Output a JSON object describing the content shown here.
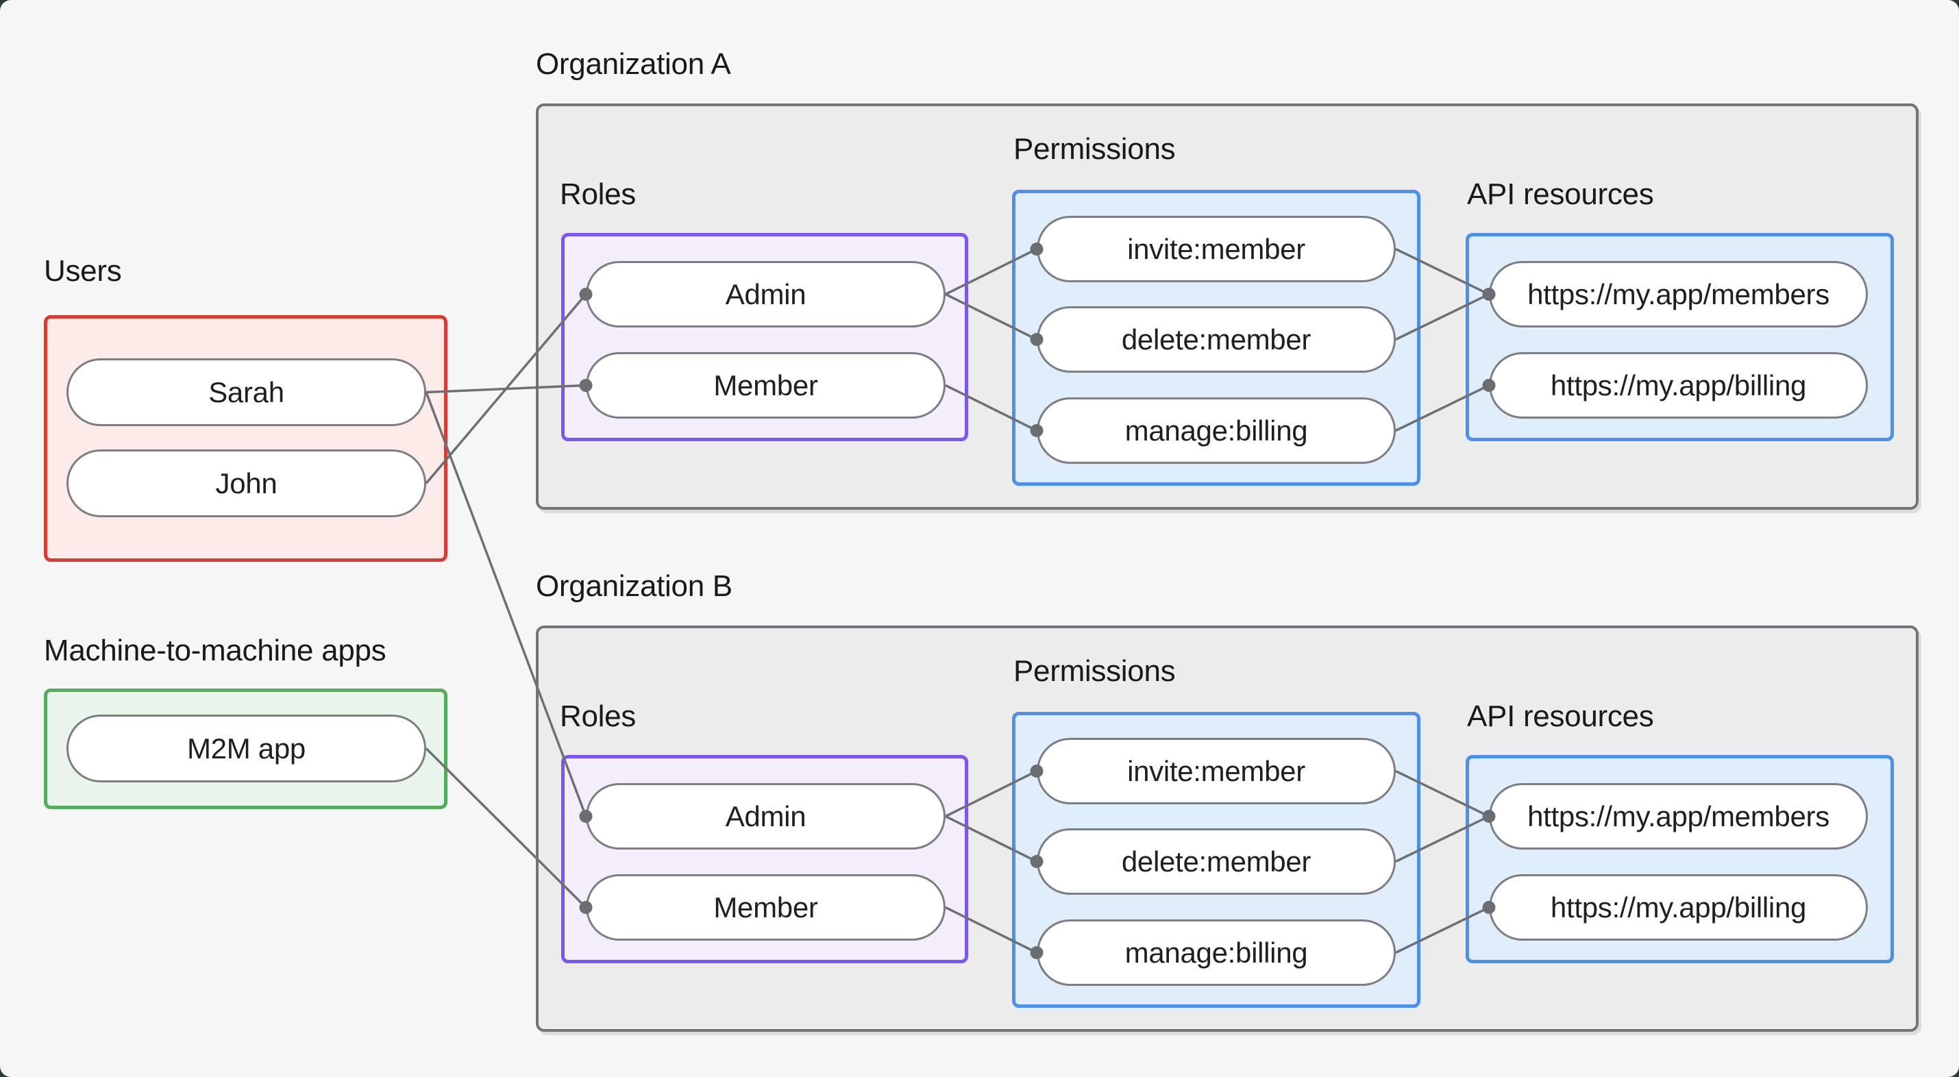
{
  "users": {
    "label": "Users",
    "items": [
      "Sarah",
      "John"
    ]
  },
  "m2m": {
    "label": "Machine-to-machine apps",
    "items": [
      "M2M app"
    ]
  },
  "orgs": [
    {
      "label": "Organization A",
      "roles_label": "Roles",
      "roles": [
        "Admin",
        "Member"
      ],
      "permissions_label": "Permissions",
      "permissions": [
        "invite:member",
        "delete:member",
        "manage:billing"
      ],
      "api_label": "API resources",
      "api_resources": [
        "https://my.app/members",
        "https://my.app/billing"
      ]
    },
    {
      "label": "Organization B",
      "roles_label": "Roles",
      "roles": [
        "Admin",
        "Member"
      ],
      "permissions_label": "Permissions",
      "permissions": [
        "invite:member",
        "delete:member",
        "manage:billing"
      ],
      "api_label": "API resources",
      "api_resources": [
        "https://my.app/members",
        "https://my.app/billing"
      ]
    }
  ],
  "edges": [
    {
      "from": "sarah",
      "to": "a.member"
    },
    {
      "from": "john",
      "to": "a.admin"
    },
    {
      "from": "sarah",
      "to": "b.admin"
    },
    {
      "from": "m2m",
      "to": "b.member"
    },
    {
      "from": "a.admin",
      "to": "a.invite"
    },
    {
      "from": "a.admin",
      "to": "a.delete"
    },
    {
      "from": "a.member",
      "to": "a.manage"
    },
    {
      "from": "a.invite",
      "to": "a.members"
    },
    {
      "from": "a.delete",
      "to": "a.members"
    },
    {
      "from": "a.manage",
      "to": "a.billing"
    },
    {
      "from": "b.admin",
      "to": "b.invite"
    },
    {
      "from": "b.admin",
      "to": "b.delete"
    },
    {
      "from": "b.member",
      "to": "b.manage"
    },
    {
      "from": "b.invite",
      "to": "b.members"
    },
    {
      "from": "b.delete",
      "to": "b.members"
    },
    {
      "from": "b.manage",
      "to": "b.billing"
    }
  ],
  "colors": {
    "page_bg": "#f5f6f5",
    "users_border": "#d93a31",
    "users_fill": "#fcebe9",
    "m2m_border": "#54ab59",
    "m2m_fill": "#e9f5ea",
    "org_border": "#717478",
    "org_fill": "#ececec",
    "roles_border": "#7a56f5",
    "roles_fill": "#f3edfc",
    "blue_border": "#4b90ee",
    "blue_fill": "#e0edfb",
    "edge_line": "#6e7174",
    "edge_dot": "#6b6e71",
    "pill_border": "#7c7e81"
  }
}
